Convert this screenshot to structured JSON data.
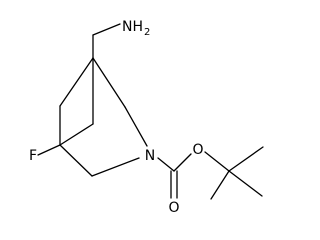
{
  "labels": {
    "amine": "NH",
    "amine_sub": "2",
    "fluorine": "F",
    "ring_nitrogen": "N",
    "ether_oxygen": "O",
    "carbonyl_oxygen": "O"
  },
  "colors": {
    "bond": "#000000",
    "text": "#000000",
    "background": "#ffffff"
  }
}
